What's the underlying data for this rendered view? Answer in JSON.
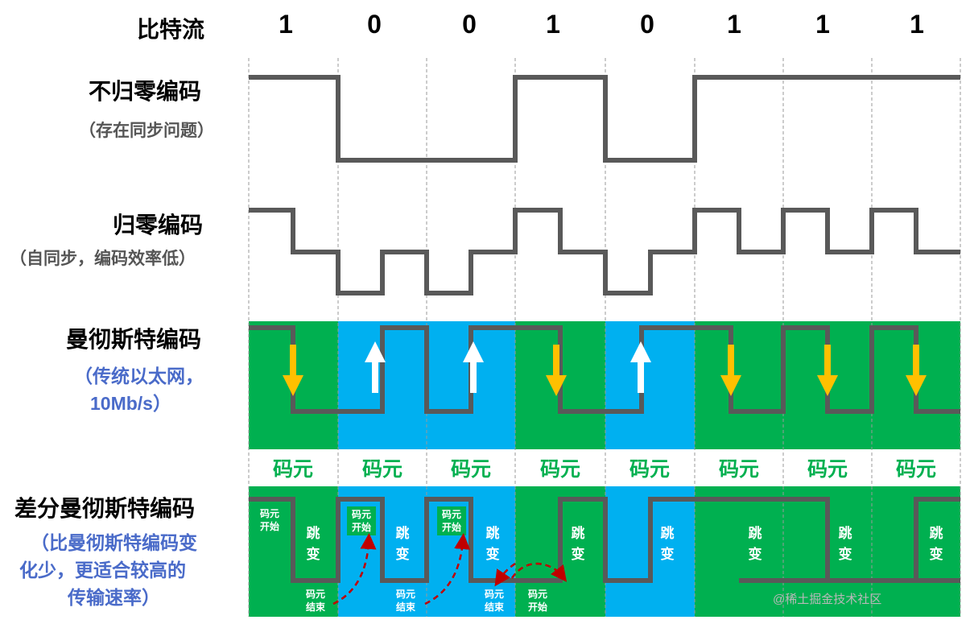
{
  "labels": {
    "bitstream": "比特流",
    "nrz": {
      "title": "不归零编码",
      "note": "（存在同步问题）"
    },
    "rz": {
      "title": "归零编码",
      "note": "（自同步，编码效率低）"
    },
    "manchester": {
      "title": "曼彻斯特编码",
      "note1": "（传统以太网，",
      "note2": "10Mb/s）"
    },
    "diff": {
      "title": "差分曼彻斯特编码",
      "note1": "（比曼彻斯特编码变",
      "note2": "化少，更适合较高的",
      "note3": "传输速率）"
    }
  },
  "bits": [
    "1",
    "0",
    "0",
    "1",
    "0",
    "1",
    "1",
    "1"
  ],
  "symbol_label": "码元",
  "diff_labels": {
    "symbol_start": [
      "码元",
      "开始"
    ],
    "symbol_end": [
      "码元",
      "结束"
    ],
    "jump": [
      "跳",
      "变"
    ]
  },
  "watermark": "@稀土掘金技术社区",
  "colors": {
    "green": "#00b050",
    "blue": "#00b0f0",
    "waveform": "#595959",
    "arrow_down": "#ffc000",
    "arrow_up": "#ffffff",
    "dashed_red": "#c00000",
    "label_blue": "#4a6bc9"
  }
}
